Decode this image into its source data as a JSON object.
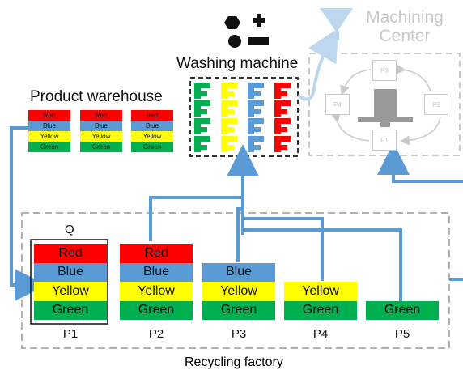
{
  "titles": {
    "product_warehouse": "Product warehouse",
    "washing_machine": "Washing machine",
    "machining_center": "Machining\nCenter",
    "recycling_factory": "Recycling factory",
    "q_label": "Q"
  },
  "colors": {
    "Red": "#ff0000",
    "Blue": "#5b9bd5",
    "Yellow": "#ffff00",
    "Green": "#00b050",
    "flow": "#5b9bd5",
    "flow_faded": "#bdd7ee",
    "gray": "#c8c8c8"
  },
  "warehouse_stack": [
    "Red",
    "Blue",
    "Yellow",
    "Green"
  ],
  "washing_columns": [
    "Green",
    "Yellow",
    "Blue",
    "Red"
  ],
  "machining_stations": [
    "P3",
    "P2",
    "P1",
    "P4"
  ],
  "recycling": [
    {
      "label": "P1",
      "layers": [
        "Red",
        "Blue",
        "Yellow",
        "Green"
      ]
    },
    {
      "label": "P2",
      "layers": [
        "Red",
        "Blue",
        "Yellow",
        "Green"
      ]
    },
    {
      "label": "P3",
      "layers": [
        "Blue",
        "Yellow",
        "Green"
      ]
    },
    {
      "label": "P4",
      "layers": [
        "Yellow",
        "Green"
      ]
    },
    {
      "label": "P5",
      "layers": [
        "Green"
      ]
    }
  ]
}
